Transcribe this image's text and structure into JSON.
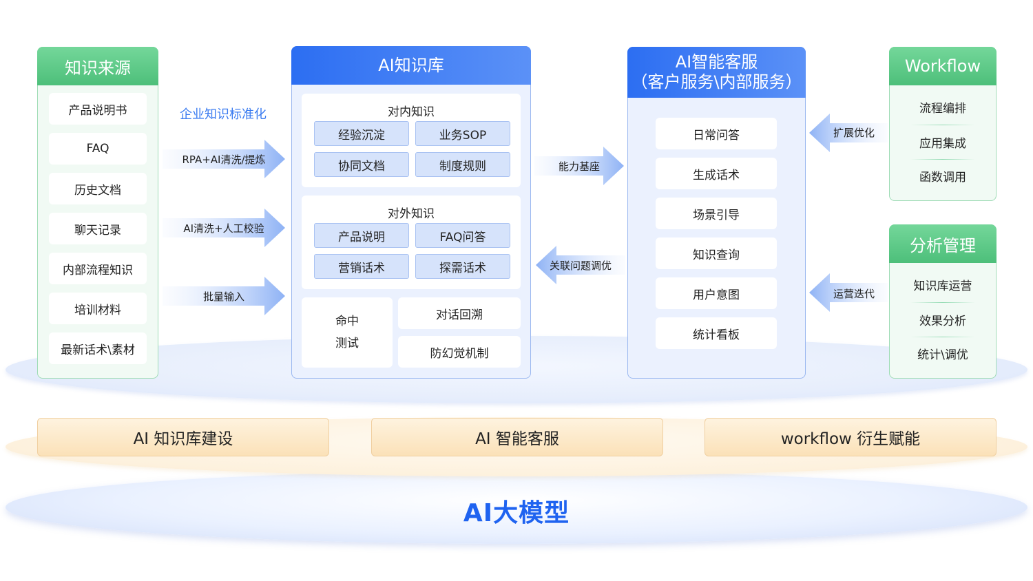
{
  "sources": {
    "title": "知识来源",
    "items": [
      "产品说明书",
      "FAQ",
      "历史文档",
      "聊天记录",
      "内部流程知识",
      "培训材料",
      "最新话术\\素材"
    ]
  },
  "standardize_label": "企业知识标准化",
  "in_arrows": [
    "RPA+AI清洗/提炼",
    "AI清洗+人工校验",
    "批量输入"
  ],
  "kb": {
    "title": "AI知识库",
    "internal": {
      "title": "对内知识",
      "chips": [
        "经验沉淀",
        "业务SOP",
        "协同文档",
        "制度规则"
      ]
    },
    "external": {
      "title": "对外知识",
      "chips": [
        "产品说明",
        "FAQ问答",
        "营销话术",
        "探需话术"
      ]
    },
    "hit_test": [
      "命中",
      "测试"
    ],
    "dialog_trace": "对话回溯",
    "anti_hallucination": "防幻觉机制"
  },
  "mid_arrows": {
    "capability": "能力基座",
    "feedback": "关联问题调优"
  },
  "service": {
    "title_line1": "AI智能客服",
    "title_line2": "（客户服务\\内部服务）",
    "items": [
      "日常问答",
      "生成话术",
      "场景引导",
      "知识查询",
      "用户意图",
      "统计看板"
    ]
  },
  "right_arrows": {
    "extend": "扩展优化",
    "operate": "运营迭代"
  },
  "workflow": {
    "title": "Workflow",
    "items": [
      "流程编排",
      "应用集成",
      "函数调用"
    ]
  },
  "analysis": {
    "title": "分析管理",
    "items": [
      "知识库运营",
      "效果分析",
      "统计\\调优"
    ]
  },
  "capabilities": [
    "AI 知识库建设",
    "AI 智能客服",
    "workflow 衍生赋能"
  ],
  "foundation": "AI大模型",
  "colors": {
    "green": "#4dbf7a",
    "blue": "#2c6ef2",
    "orange": "#fbe1b8",
    "foundation": "#1f63f0"
  }
}
